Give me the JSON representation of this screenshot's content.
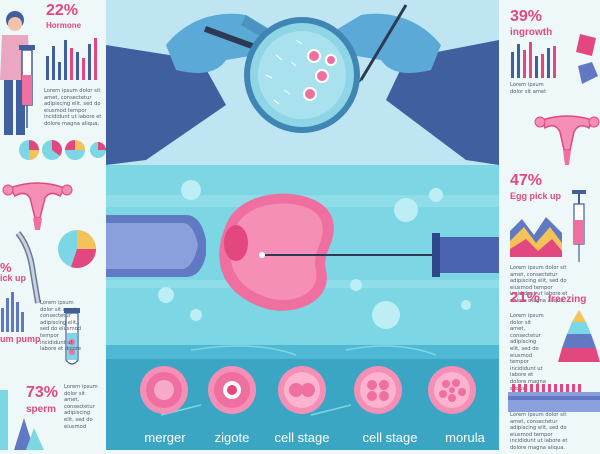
{
  "left_panel": {
    "hormone": {
      "percent": "22%",
      "label": "Hormone"
    },
    "pickup": {
      "percent": "%",
      "label": "ick up"
    },
    "pump": {
      "label": "um pump"
    },
    "sperm": {
      "percent": "73%",
      "label": "sperm"
    },
    "lorem_hormone": "Lorem ipsum dolor sit\namet, consectetur\nadipiscing elit, sed do\neiusmod tempor\nincididunt ut labore et\ndolore magna aliqua.",
    "lorem_pump": "Lorem ipsum\ndolor sit amet,\nconsectetur\nadipiscing elit,\nsed do eiusmod\ntempor\nincididunt ut\nlabore et dolore",
    "lorem_sperm": "Lorem ipsum\ndolor sit\namet,\nconsectetur\nadipiscing\nelit, sed do\neiusmod"
  },
  "right_panel": {
    "ingrowth": {
      "percent": "39%",
      "label": "ingrowth"
    },
    "egg_pickup": {
      "percent": "47%",
      "label": "Egg pick up"
    },
    "freezing": {
      "percent": "21%",
      "label": "freezing"
    },
    "lorem_ingrowth": "Lorem ipsum\ndolor sit amet",
    "lorem_egg": "Lorem ipsum dolor sit\namet, consectetur\nadipiscing elit, sed do\neiusmod tempor\nincididunt ut labore et\ndolore magna aliqua.",
    "lorem_freezing": "Lorem ipsum\ndolor sit\namet,\nconsectetur\nadipiscing\nelit, sed do\neiusmod\ntempor\nincididunt ut\nlabore et\ndolore magna\naliqua.",
    "lorem_bottom": "Lorem ipsum dolor sit\namet, consectetur\nadipiscing elit, sed do\neiusmod tempor\nincididunt ut labore et\ndolore magna aliqua."
  },
  "stages": [
    "merger",
    "zigote",
    "cell stage",
    "cell stage",
    "morula"
  ],
  "colors": {
    "pink": "#e2487f",
    "navy": "#3f5f9f",
    "glove": "#5aa9d6",
    "aqua": "#7dd6e4",
    "deep_teal": "#3aa6c4",
    "embryo_pink": "#ef6fa0"
  },
  "icons": [
    "hands-with-pipette-icon",
    "petri-dish-icon",
    "egg-cell-icon",
    "injection-needle-icon",
    "uterus-icon",
    "syringe-icon",
    "test-tube-icon",
    "pyramid-icon"
  ]
}
